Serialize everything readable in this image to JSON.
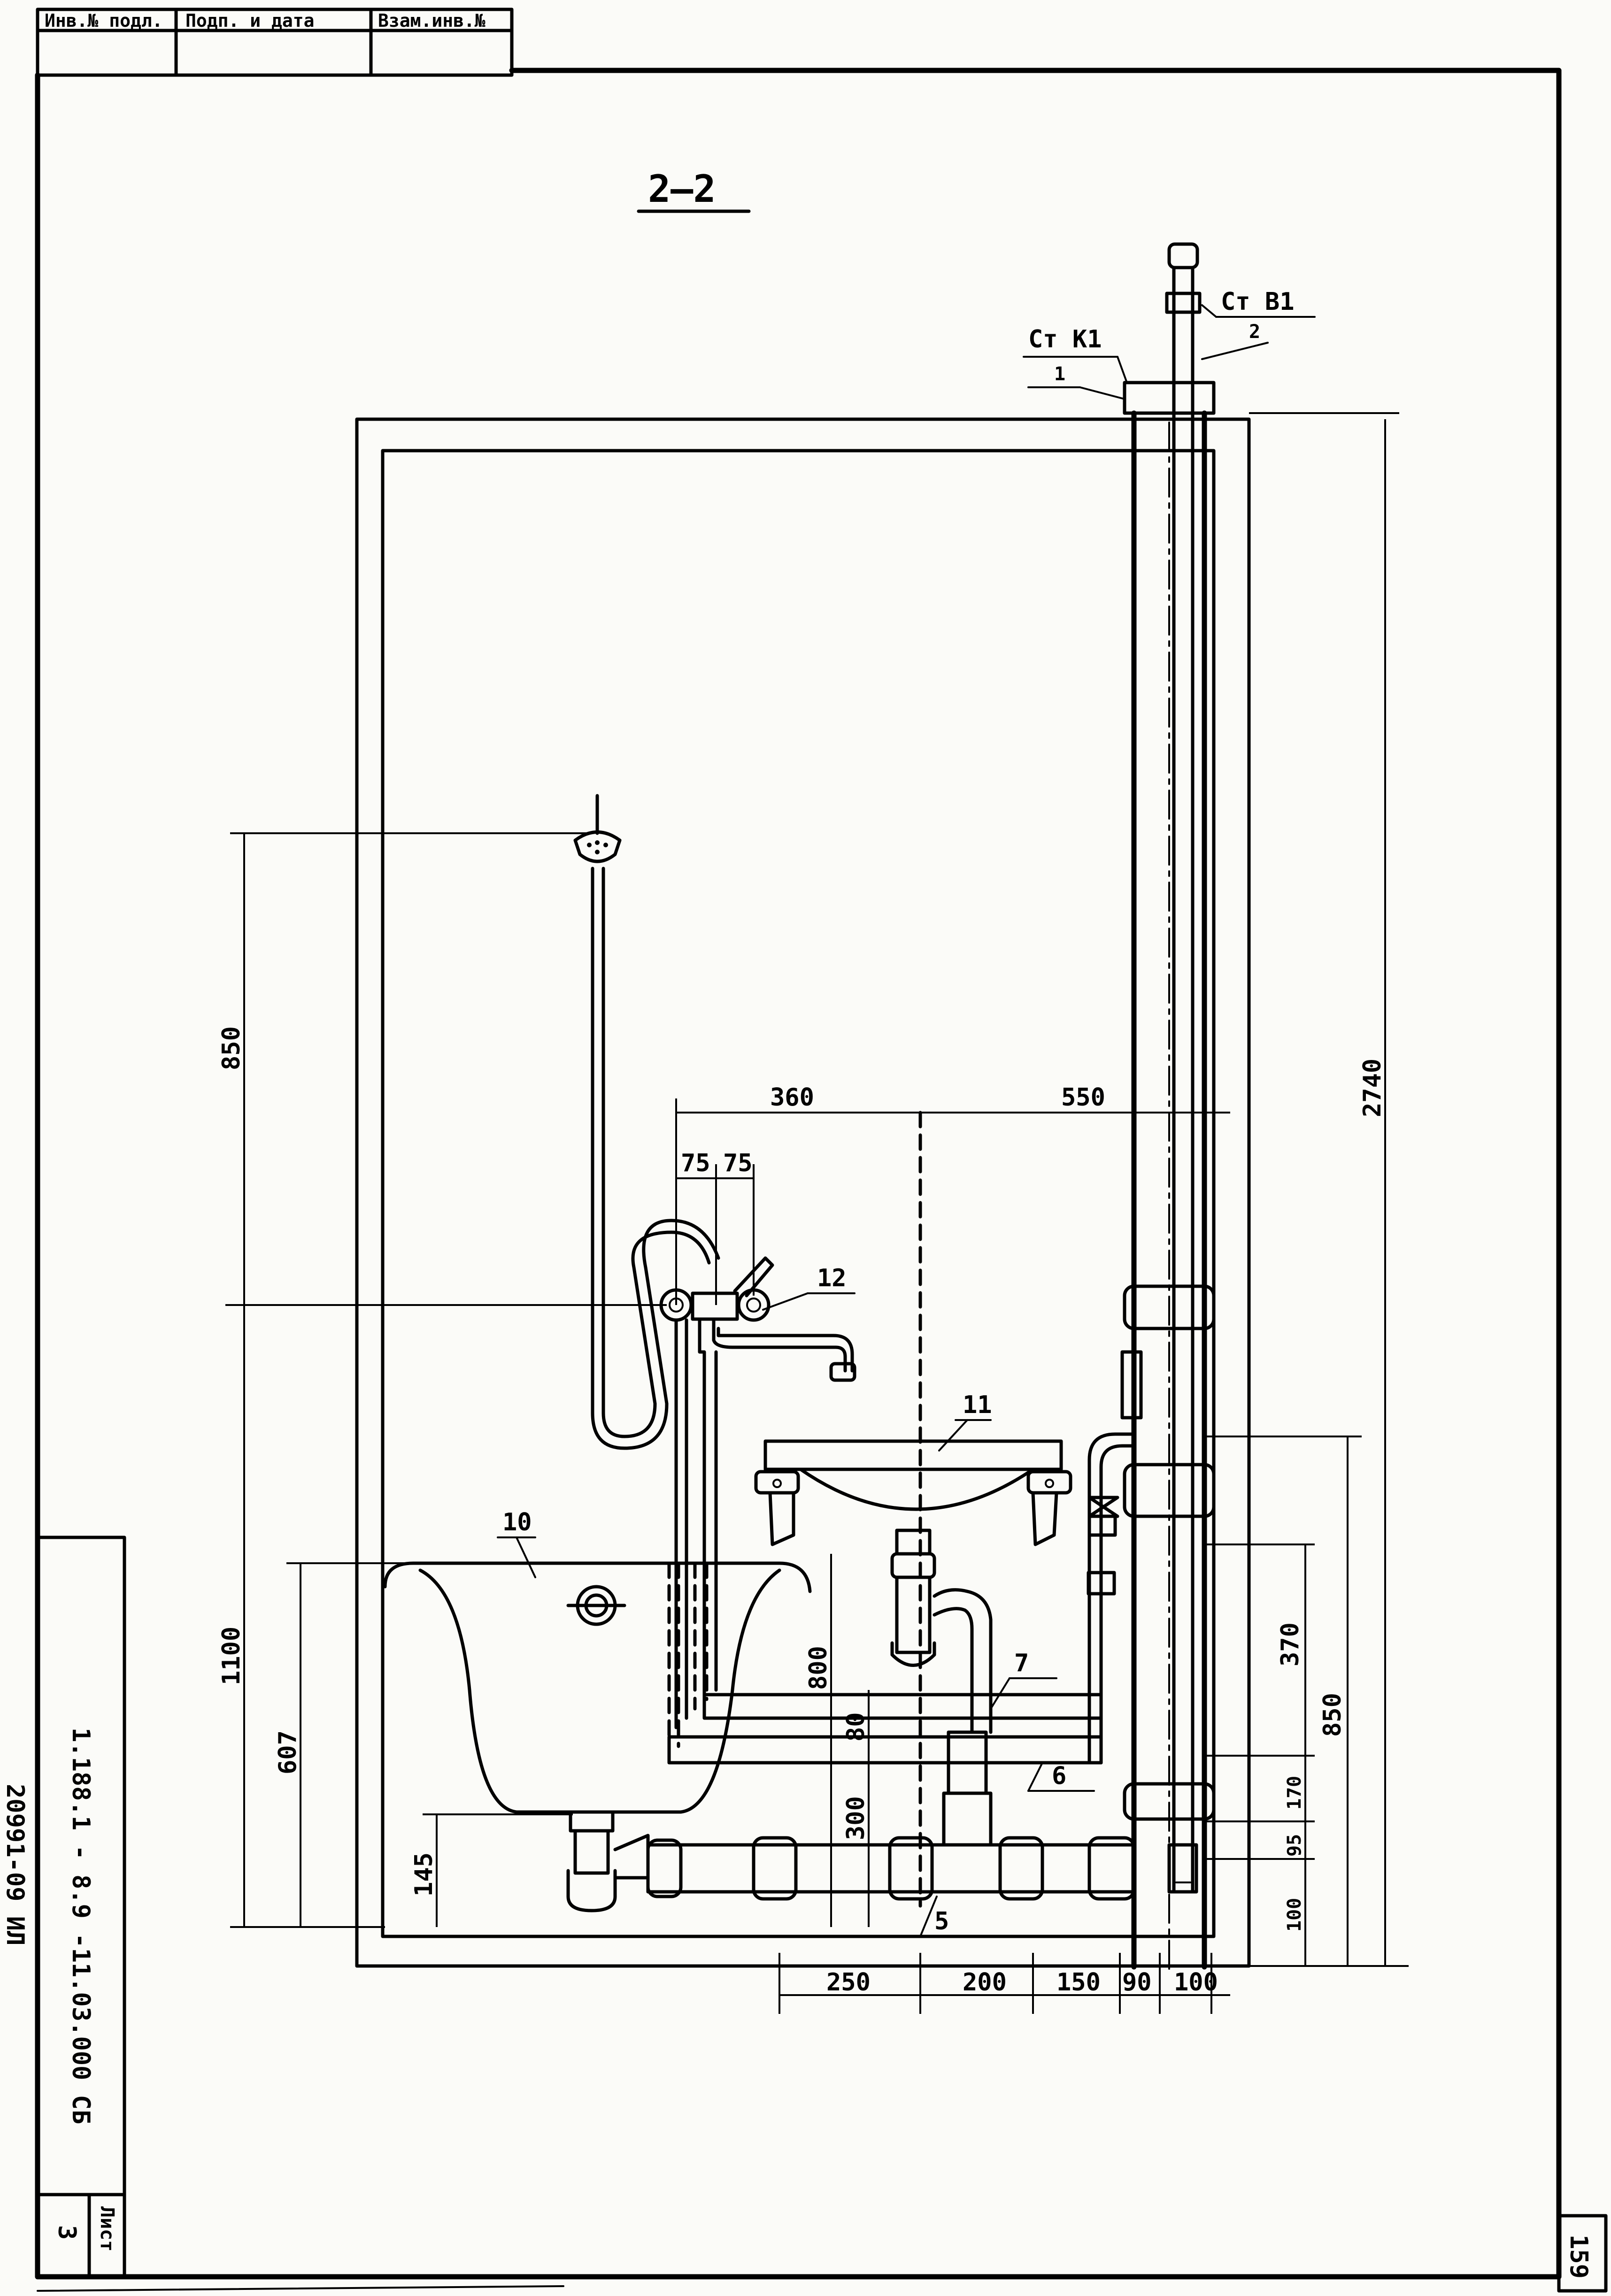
{
  "stamp": {
    "col1": "Инв.№ подл.",
    "col2": "Подп. и дата",
    "col3": "Взам.инв.№"
  },
  "section_title": "2—2",
  "risers": {
    "sewer": "Ст К1",
    "water": "Ст В1"
  },
  "callouts": {
    "c1": "1",
    "c2": "2",
    "c5": "5",
    "c6": "6",
    "c7": "7",
    "c10": "10",
    "c11": "11",
    "c12": "12"
  },
  "dimensions": {
    "d850_left": "850",
    "d1100": "1100",
    "d607": "607",
    "d145": "145",
    "d360": "360",
    "d550": "550",
    "d75a": "75",
    "d75b": "75",
    "d800": "800",
    "d80": "80",
    "d300": "300",
    "d2740": "2740",
    "d370": "370",
    "d850_right": "850",
    "d170": "170",
    "d95": "95",
    "d100_right": "100",
    "d250": "250",
    "d200": "200",
    "d150": "150",
    "d90": "90",
    "d100_bottom": "100"
  },
  "title_block": {
    "doc_code": "1.188.1 - 8.9   -11.03.000 СБ",
    "sheet_label": "Лист",
    "sheet_number": "3"
  },
  "side_note": "20991-09 ИЛ",
  "page_number": "159"
}
